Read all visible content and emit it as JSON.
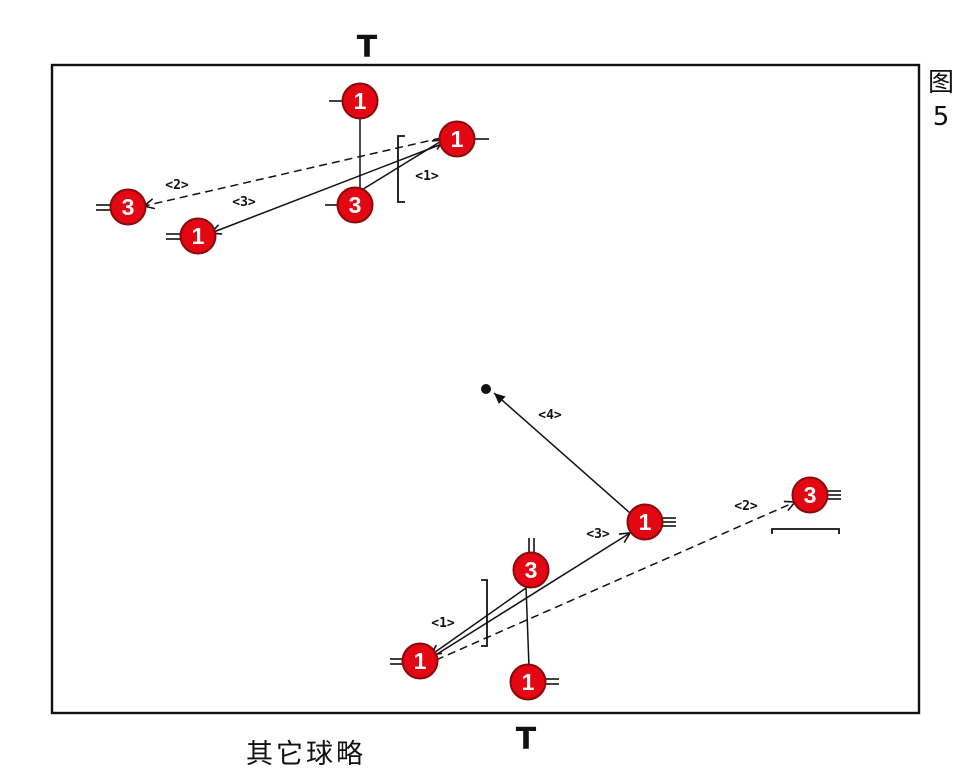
{
  "figure_label": "图5",
  "caption": "其它球略",
  "mark_top": "T",
  "mark_bottom": "T",
  "players": [
    {
      "id": "tA1",
      "number": "1"
    },
    {
      "id": "tB1",
      "number": "1"
    },
    {
      "id": "tB3",
      "number": "3"
    },
    {
      "id": "tC3",
      "number": "3"
    },
    {
      "id": "tD1",
      "number": "1"
    },
    {
      "id": "bA1",
      "number": "1"
    },
    {
      "id": "bB3",
      "number": "3"
    },
    {
      "id": "bC1",
      "number": "1"
    },
    {
      "id": "bD1",
      "number": "1"
    },
    {
      "id": "bE3",
      "number": "3"
    }
  ],
  "sequence_labels": [
    {
      "id": "t1",
      "text": "<1>"
    },
    {
      "id": "t2",
      "text": "<2>"
    },
    {
      "id": "t3",
      "text": "<3>"
    },
    {
      "id": "b1",
      "text": "<1>"
    },
    {
      "id": "b2",
      "text": "<2>"
    },
    {
      "id": "b3",
      "text": "<3>"
    },
    {
      "id": "b4",
      "text": "<4>"
    }
  ],
  "colors": {
    "player_fill": "#e30613",
    "player_outline": "#8a0a0a",
    "ink": "#111111"
  }
}
